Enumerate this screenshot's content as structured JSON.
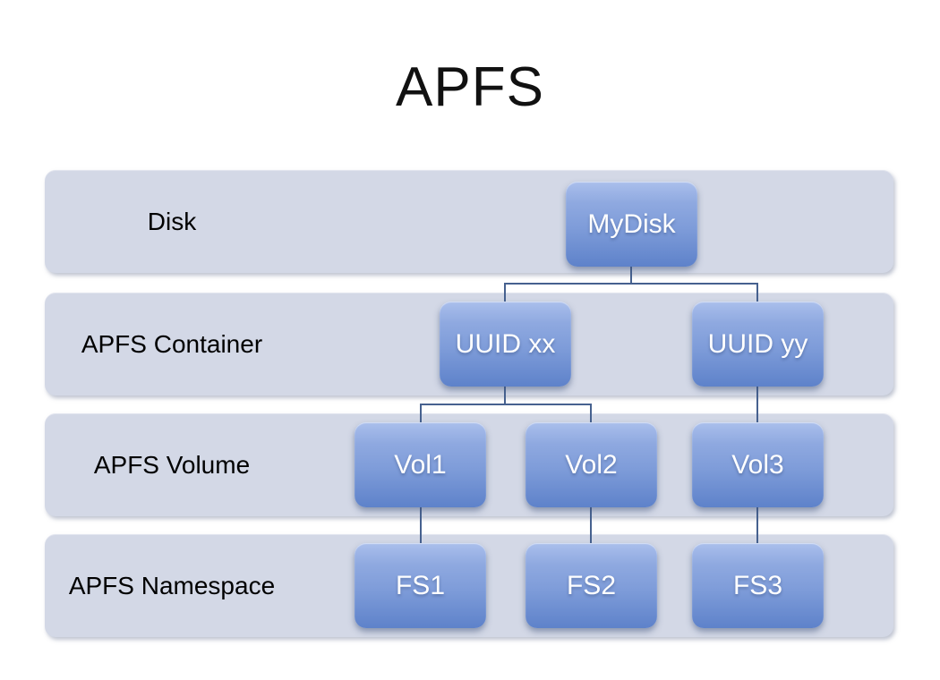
{
  "title": "APFS",
  "colors": {
    "background": "#ffffff",
    "band_bg": "#d3d8e6",
    "node_gradient_top": "#aabfec",
    "node_gradient_mid": "#7e9cd9",
    "node_gradient_bottom": "#5e82ca",
    "connector": "#46618f",
    "label_text": "#000000",
    "node_text": "#ffffff"
  },
  "rows": [
    {
      "label": "Disk",
      "nodes": [
        {
          "label": "MyDisk"
        }
      ]
    },
    {
      "label": "APFS Container",
      "nodes": [
        {
          "label": "UUID xx"
        },
        {
          "label": "UUID yy"
        }
      ]
    },
    {
      "label": "APFS Volume",
      "nodes": [
        {
          "label": "Vol1"
        },
        {
          "label": "Vol2"
        },
        {
          "label": "Vol3"
        }
      ]
    },
    {
      "label": "APFS Namespace",
      "nodes": [
        {
          "label": "FS1"
        },
        {
          "label": "FS2"
        },
        {
          "label": "FS3"
        }
      ]
    }
  ],
  "edges": [
    {
      "from": "MyDisk",
      "to": "UUID xx"
    },
    {
      "from": "MyDisk",
      "to": "UUID yy"
    },
    {
      "from": "UUID xx",
      "to": "Vol1"
    },
    {
      "from": "UUID xx",
      "to": "Vol2"
    },
    {
      "from": "UUID yy",
      "to": "Vol3"
    },
    {
      "from": "Vol1",
      "to": "FS1"
    },
    {
      "from": "Vol2",
      "to": "FS2"
    },
    {
      "from": "Vol3",
      "to": "FS3"
    }
  ]
}
